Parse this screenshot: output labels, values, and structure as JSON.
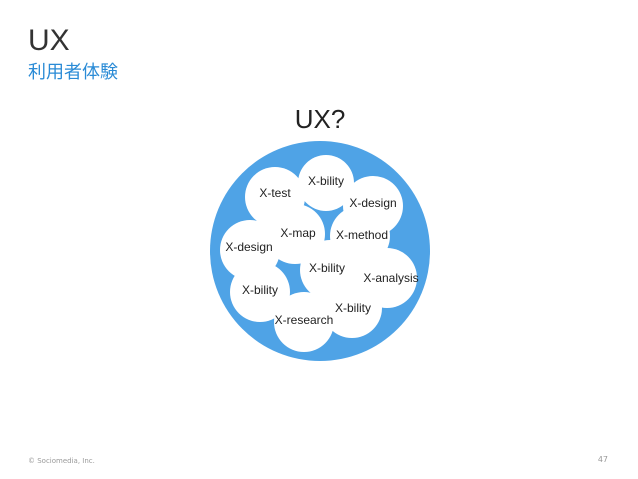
{
  "slide": {
    "title": "UX",
    "subtitle": "利用者体験",
    "copyright": "© Sociomedia, Inc.",
    "page_number": "47"
  },
  "diagram": {
    "heading": "UX?",
    "labels": {
      "bility_top": "X-bility",
      "test": "X-test",
      "design_right": "X-design",
      "map": "X-map",
      "method": "X-method",
      "design_left": "X-design",
      "bility_center": "X-bility",
      "analysis": "X-analysis",
      "bility_left": "X-bility",
      "bility_bottom": "X-bility",
      "research": "X-research"
    }
  },
  "colors": {
    "accent": "#2a8bd6",
    "big_circle": "#4fa3e6",
    "bubble_fill": "#ffffff"
  }
}
